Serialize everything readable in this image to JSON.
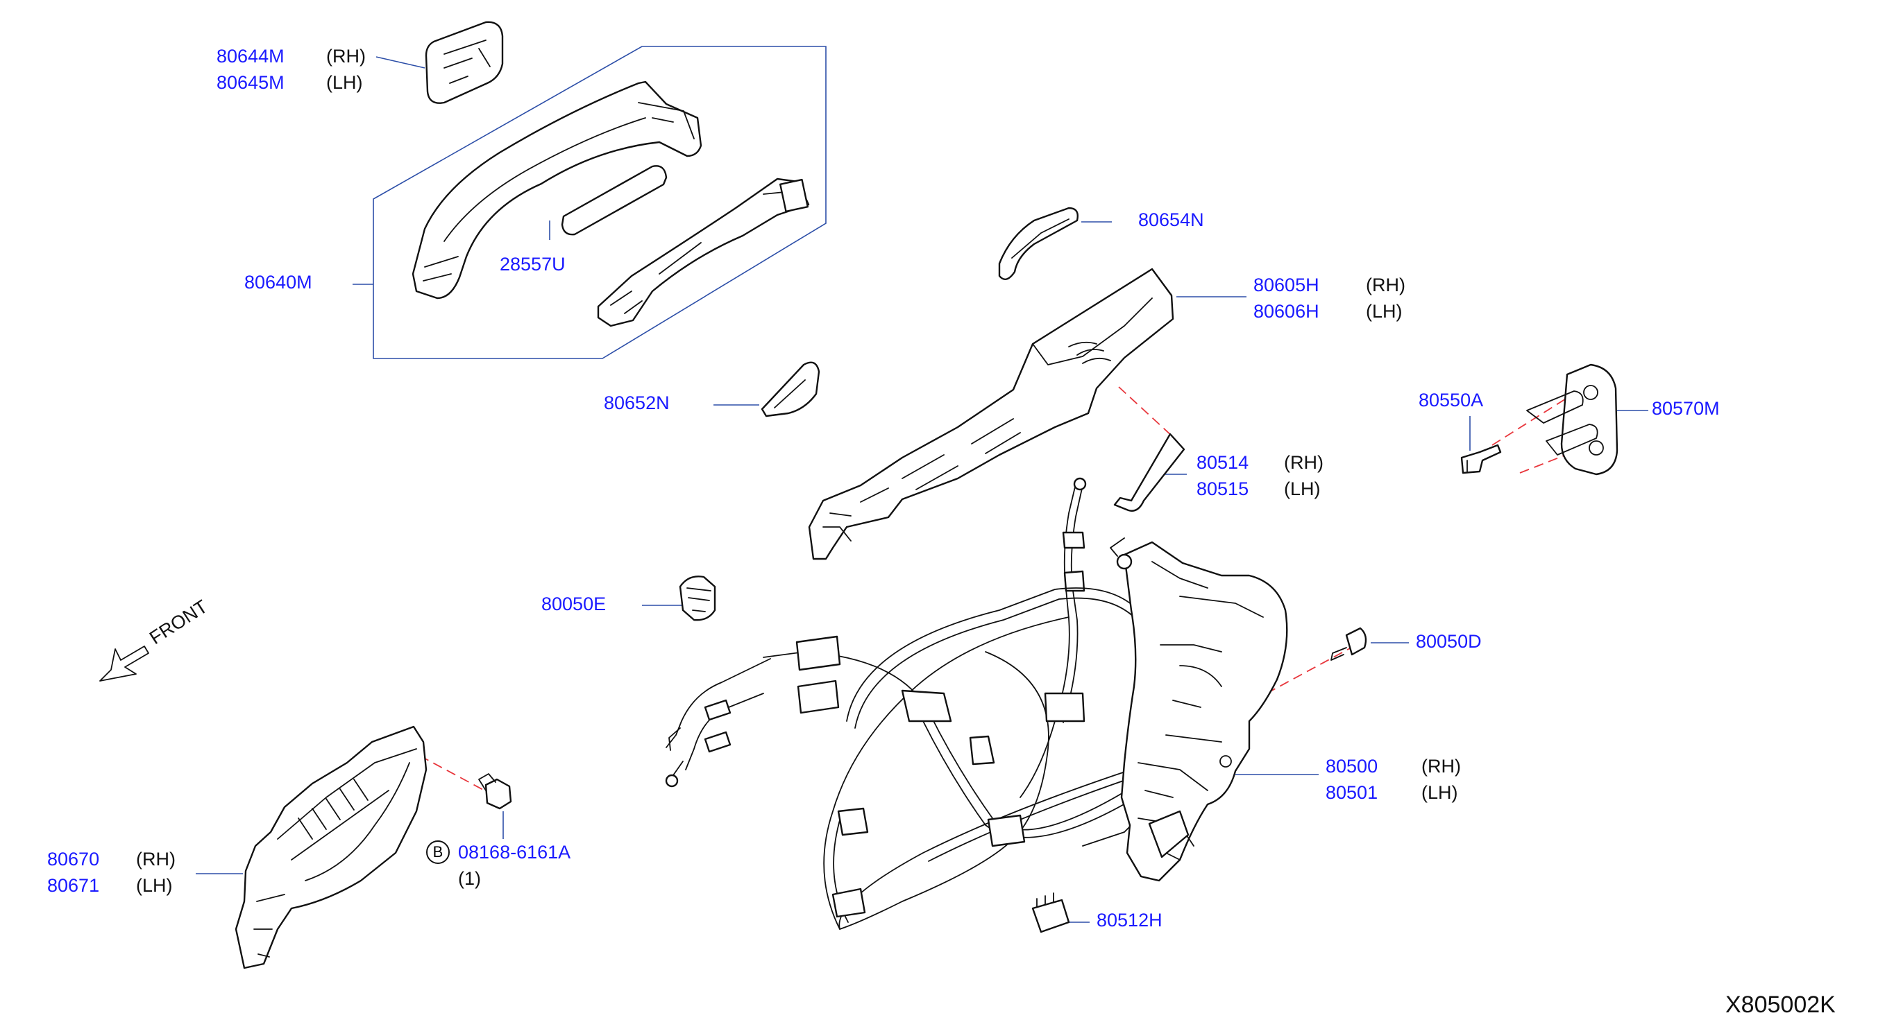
{
  "colors": {
    "callout": "#1a1aff",
    "leader": "#2d4fa8",
    "dashed_guide": "#e8373d",
    "line": "#111111",
    "background": "#ffffff"
  },
  "callouts": {
    "p80644m": {
      "number": "80644M",
      "side": "(RH)"
    },
    "p80645m": {
      "number": "80645M",
      "side": "(LH)"
    },
    "p80640m": {
      "number": "80640M"
    },
    "p28557u": {
      "number": "28557U"
    },
    "p80654n": {
      "number": "80654N"
    },
    "p80605h": {
      "number": "80605H",
      "side": "(RH)"
    },
    "p80606h": {
      "number": "80606H",
      "side": "(LH)"
    },
    "p80652n": {
      "number": "80652N"
    },
    "p80550a": {
      "number": "80550A"
    },
    "p80570m": {
      "number": "80570M"
    },
    "p80514": {
      "number": "80514",
      "side": "(RH)"
    },
    "p80515": {
      "number": "80515",
      "side": "(LH)"
    },
    "p80050e": {
      "number": "80050E"
    },
    "p80050d": {
      "number": "80050D"
    },
    "p80500": {
      "number": "80500",
      "side": "(RH)"
    },
    "p80501": {
      "number": "80501",
      "side": "(LH)"
    },
    "p80670": {
      "number": "80670",
      "side": "(RH)"
    },
    "p80671": {
      "number": "80671",
      "side": "(LH)"
    },
    "p08168": {
      "number": "08168-6161A",
      "quantity": "(1)",
      "bolt_marker": "B"
    },
    "p80512h": {
      "number": "80512H"
    }
  },
  "front_label": "FRONT",
  "diagram_id": "X805002K"
}
